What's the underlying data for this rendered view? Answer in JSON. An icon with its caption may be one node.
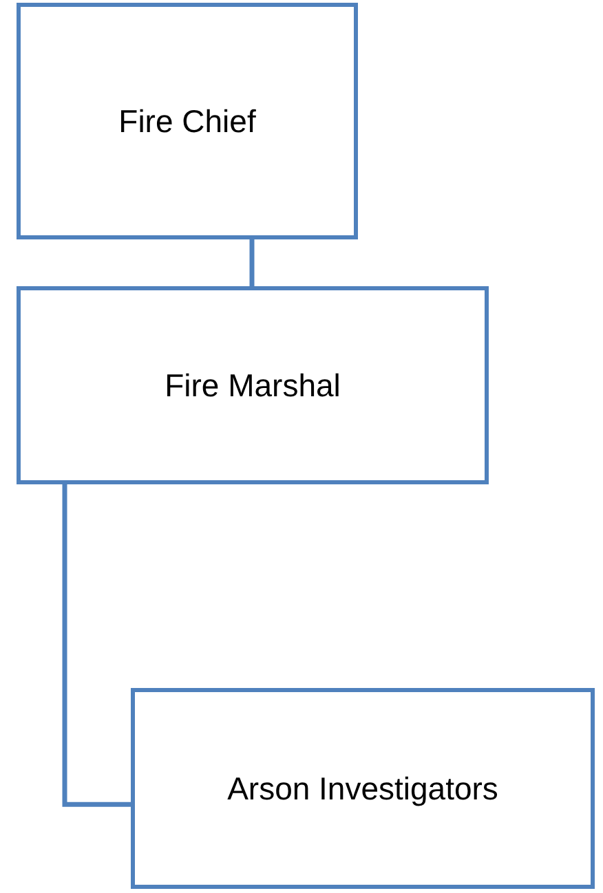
{
  "diagram": {
    "nodes": [
      {
        "text": [
          "Fire Chief"
        ]
      },
      {
        "text": [
          "Fire Marshal"
        ]
      },
      {
        "text": [
          "Arson Investigators"
        ]
      }
    ],
    "edges": [
      {
        "from": 0,
        "to": 1,
        "arrow": "none"
      },
      {
        "from": 1,
        "to": 2,
        "arrow": "none"
      }
    ]
  }
}
